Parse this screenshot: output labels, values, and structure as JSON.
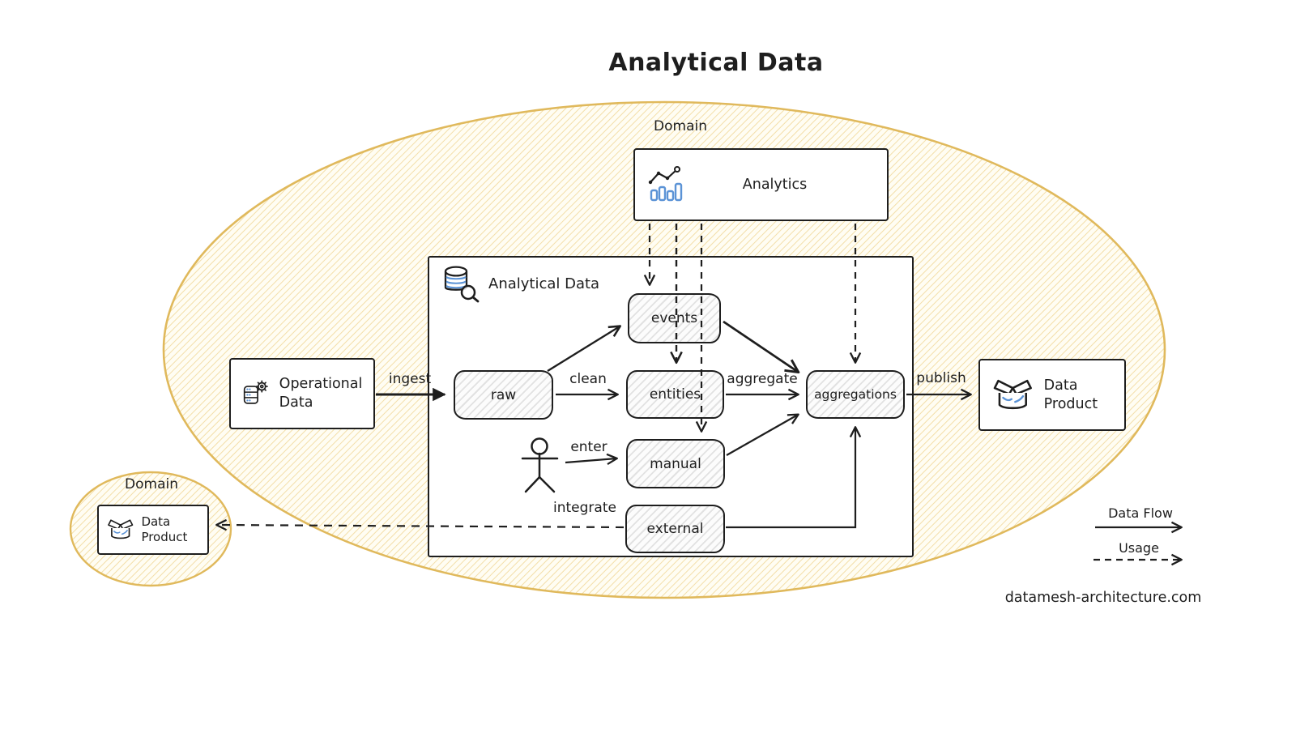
{
  "title": "Analytical Data",
  "outer_domain_label": "Domain",
  "inner_domain_label": "Domain",
  "analytics": {
    "label": "Analytics"
  },
  "container": {
    "label": "Analytical Data"
  },
  "stores": {
    "raw": "raw",
    "events": "events",
    "entities": "entities",
    "manual": "manual",
    "external": "external",
    "aggregations": "aggregations"
  },
  "operational": {
    "label": "Operational Data"
  },
  "data_product_right": {
    "label": "Data Product"
  },
  "data_product_left": {
    "label": "Data Product"
  },
  "flows": {
    "ingest": "ingest",
    "clean": "clean",
    "aggregate": "aggregate",
    "publish": "publish",
    "enter": "enter",
    "integrate": "integrate"
  },
  "legend": {
    "data_flow": "Data Flow",
    "usage": "Usage"
  },
  "footer": "datamesh-architecture.com",
  "colors": {
    "ink": "#1e1e1e",
    "domain_stroke": "#e0b95c",
    "domain_hatch": "#e9c46a",
    "icon_blue": "#5b93d6",
    "store_hatch": "#5f5f5f"
  }
}
